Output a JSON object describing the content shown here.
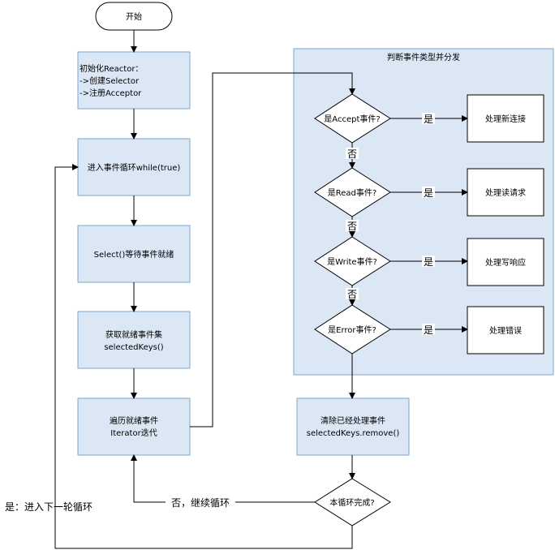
{
  "nodes": {
    "start": "开始",
    "init": [
      "初始化Reactor：",
      "->创建Selector",
      "->注册Acceptor"
    ],
    "loop": "进入事件循环while(true)",
    "select": "Select()等待事件就绪",
    "get_keys": [
      "获取就绪事件集",
      "selectedKeys()"
    ],
    "iterate": [
      "遍历就绪事件",
      "Iterator迭代"
    ],
    "cluster_title": "判断事件类型并分发",
    "is_accept": "是Accept事件?",
    "is_read": "是Read事件?",
    "is_write": "是Write事件?",
    "is_error": "是Error事件?",
    "handle_accept": "处理新连接",
    "handle_read": "处理读请求",
    "handle_write": "处理写响应",
    "handle_error": "处理错误",
    "clear": [
      "清除已经处理事件",
      "selectedKeys.remove()"
    ],
    "loop_done": "本循环完成?"
  },
  "edges": {
    "yes": "是",
    "no": "否",
    "continue_loop": "否，继续循环",
    "next_loop": "是：进入下一轮循环"
  }
}
